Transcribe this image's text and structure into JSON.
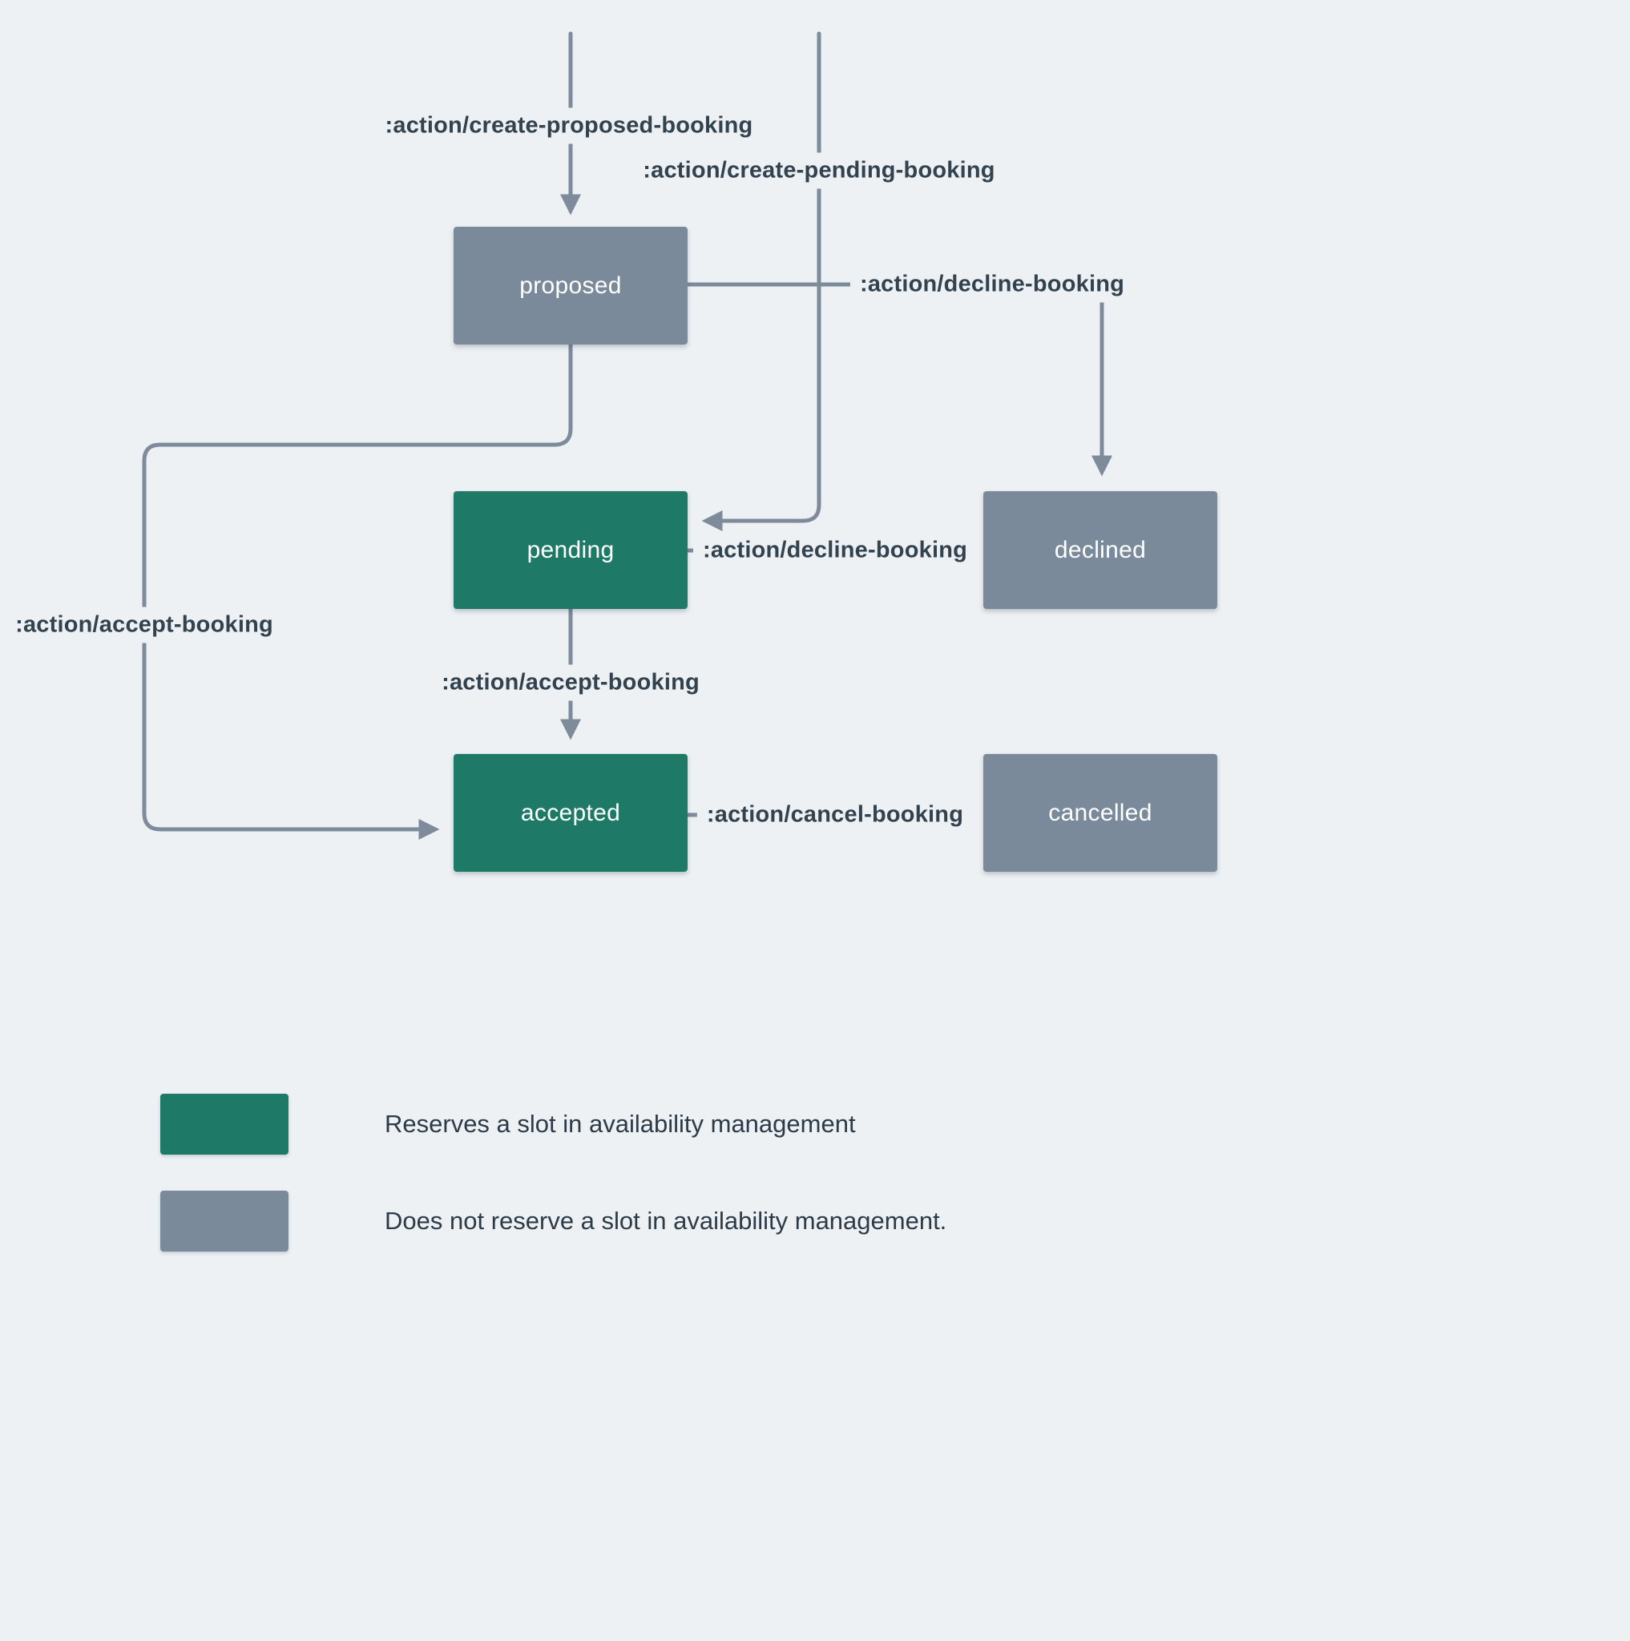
{
  "diagram": {
    "title": "booking-state-machine",
    "colors": {
      "background": "#edf1f4",
      "reserving_state": "#1e7a66",
      "non_reserving_state": "#7b8a9b",
      "arrow": "#7d8b9b",
      "label_text": "#32424e",
      "node_text": "#ffffff"
    },
    "nodes": {
      "proposed": {
        "label": "proposed",
        "type": "non-reserving"
      },
      "pending": {
        "label": "pending",
        "type": "reserving"
      },
      "declined": {
        "label": "declined",
        "type": "non-reserving"
      },
      "accepted": {
        "label": "accepted",
        "type": "reserving"
      },
      "cancelled": {
        "label": "cancelled",
        "type": "non-reserving"
      }
    },
    "edges": {
      "create_proposed_booking": {
        "label": ":action/create-proposed-booking",
        "from": "start",
        "to": "proposed"
      },
      "create_pending_booking": {
        "label": ":action/create-pending-booking",
        "from": "start",
        "to": "pending"
      },
      "decline_booking_from_proposed": {
        "label": ":action/decline-booking",
        "from": "proposed",
        "to": "declined"
      },
      "decline_booking_from_pending": {
        "label": ":action/decline-booking",
        "from": "pending",
        "to": "declined"
      },
      "accept_booking_from_pending": {
        "label": ":action/accept-booking",
        "from": "pending",
        "to": "accepted"
      },
      "accept_booking_from_proposed": {
        "label": ":action/accept-booking",
        "from": "proposed",
        "to": "accepted"
      },
      "cancel_booking": {
        "label": ":action/cancel-booking",
        "from": "accepted",
        "to": "cancelled"
      }
    },
    "legend": {
      "reserves": "Reserves a slot in availability management",
      "not_reserves": "Does not reserve a slot in availability management."
    }
  }
}
